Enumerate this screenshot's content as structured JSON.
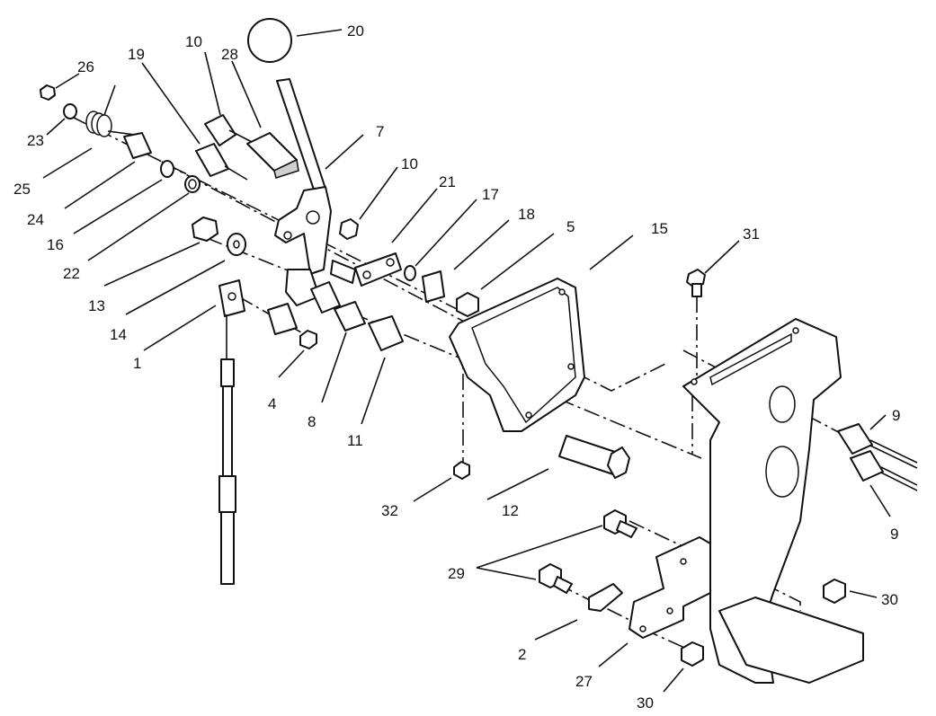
{
  "callouts": [
    {
      "id": "c1",
      "label": "1"
    },
    {
      "id": "c2",
      "label": "2"
    },
    {
      "id": "c4",
      "label": "4"
    },
    {
      "id": "c5",
      "label": "5"
    },
    {
      "id": "c7",
      "label": "7"
    },
    {
      "id": "c8",
      "label": "8"
    },
    {
      "id": "c9a",
      "label": "9"
    },
    {
      "id": "c9b",
      "label": "9"
    },
    {
      "id": "c10a",
      "label": "10"
    },
    {
      "id": "c10b",
      "label": "10"
    },
    {
      "id": "c11",
      "label": "11"
    },
    {
      "id": "c12",
      "label": "12"
    },
    {
      "id": "c13",
      "label": "13"
    },
    {
      "id": "c14",
      "label": "14"
    },
    {
      "id": "c15",
      "label": "15"
    },
    {
      "id": "c16",
      "label": "16"
    },
    {
      "id": "c17",
      "label": "17"
    },
    {
      "id": "c18",
      "label": "18"
    },
    {
      "id": "c19",
      "label": "19"
    },
    {
      "id": "c20",
      "label": "20"
    },
    {
      "id": "c21",
      "label": "21"
    },
    {
      "id": "c22",
      "label": "22"
    },
    {
      "id": "c23",
      "label": "23"
    },
    {
      "id": "c24",
      "label": "24"
    },
    {
      "id": "c25",
      "label": "25"
    },
    {
      "id": "c26",
      "label": "26"
    },
    {
      "id": "c27",
      "label": "27"
    },
    {
      "id": "c28",
      "label": "28"
    },
    {
      "id": "c29",
      "label": "29"
    },
    {
      "id": "c30a",
      "label": "30"
    },
    {
      "id": "c30b",
      "label": "30"
    },
    {
      "id": "c31",
      "label": "31"
    },
    {
      "id": "c32",
      "label": "32"
    }
  ]
}
